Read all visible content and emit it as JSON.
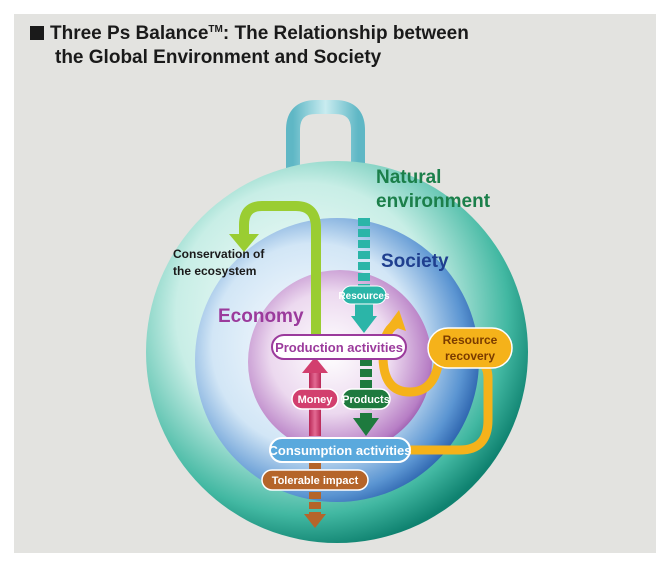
{
  "title": {
    "line1_pre": "Three Ps Balance",
    "line1_tm": "TM",
    "line1_post": ": The Relationship between",
    "line2": "the Global Environment and Society"
  },
  "labels": {
    "natural_environment_1": "Natural",
    "natural_environment_2": "environment",
    "society": "Society",
    "economy": "Economy",
    "conservation_1": "Conservation of",
    "conservation_2": "the ecosystem",
    "resources": "Resources",
    "production_activities": "Production activities",
    "consumption_activities": "Consumption activities",
    "money": "Money",
    "products": "Products",
    "resource_recovery_1": "Resource",
    "resource_recovery_2": "recovery",
    "tolerable_impact": "Tolerable impact"
  },
  "colors": {
    "panel_bg": "#e3e3e0",
    "natural_environment": "#1b7f4a",
    "society": "#1f3f8f",
    "economy": "#9b3a9c",
    "conservation_arrow": "#9acd32",
    "resources_arrow": "#2bb5a8",
    "products_arrow": "#1e7a3e",
    "money_arrow": "#d23f6e",
    "recovery_arrow": "#f5b21a",
    "impact_arrow": "#b5652a"
  }
}
